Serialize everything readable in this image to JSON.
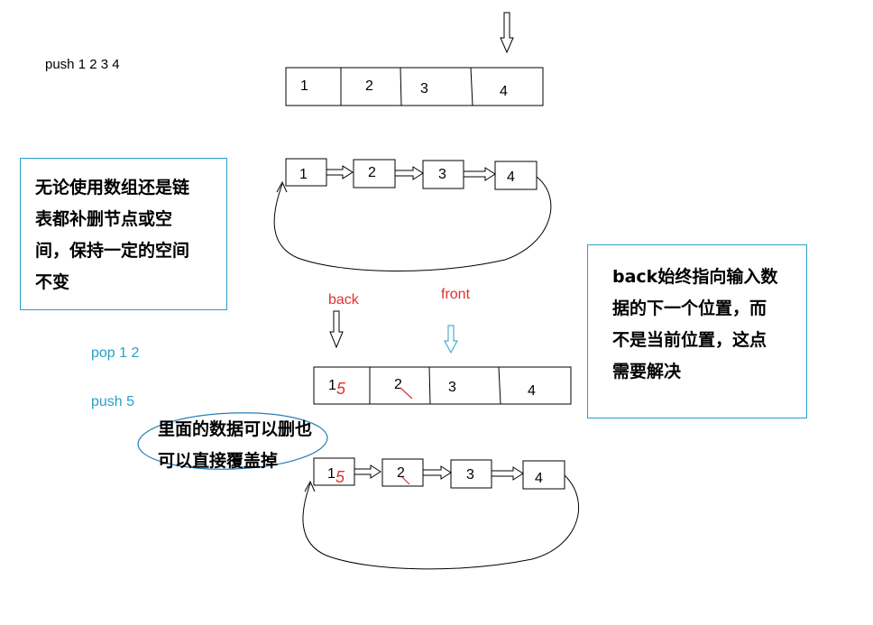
{
  "push_label": "push  1 2 3 4",
  "array_top": [
    "1",
    "2",
    "3",
    "4"
  ],
  "list_top": [
    "1",
    "2",
    "3",
    "4"
  ],
  "note_left": [
    "无论使用数组还是链",
    "表都补删节点或空",
    "间，保持一定的空间",
    "不变"
  ],
  "note_right": [
    "back始终指向输入数",
    "据的下一个位置，而",
    "不是当前位置，这点",
    "需要解决"
  ],
  "back_label": "back",
  "front_label": "front",
  "pop_label": "pop 1  2",
  "push5_label": "push 5",
  "array_bottom": [
    "1",
    "2",
    "3",
    "4"
  ],
  "overwrite_mark": "5",
  "list_bottom": [
    "1",
    "2",
    "3",
    "4"
  ],
  "circled_note": [
    "里面的数据可以删也",
    "可以直接覆盖掉"
  ],
  "colors": {
    "note_border": "#2a9fc9",
    "annotation_red": "#e03030",
    "annotation_blue": "#2a9fc9",
    "ink": "#000000",
    "ellipse": "#2a7fb5"
  }
}
